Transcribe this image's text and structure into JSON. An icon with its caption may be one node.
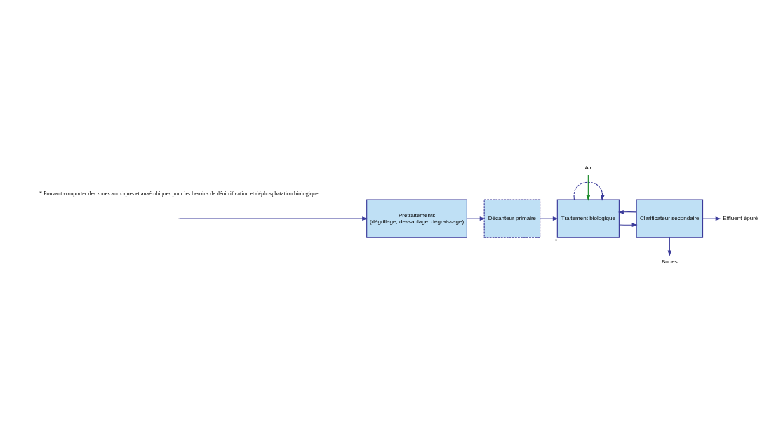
{
  "diagram": {
    "nodes": [
      {
        "text": [
          "Prétraitements",
          "(dégrillage, dessablage, dégraissage)"
        ]
      },
      {
        "text": [
          "Décanteur primaire"
        ]
      },
      {
        "text": [
          "Traitement biologique"
        ],
        "beside": [
          "*"
        ]
      },
      {
        "text": [
          "Clarificateur secondaire"
        ]
      },
      {
        "text": [
          "Effluent épuré"
        ]
      },
      {
        "text": [
          "Air"
        ]
      },
      {
        "text": [
          "Boues"
        ]
      }
    ],
    "edges": [
      {
        "from": null,
        "to": 0,
        "arrow": "to"
      },
      {
        "from": 0,
        "to": 1,
        "arrow": "to"
      },
      {
        "from": 1,
        "to": 2,
        "arrow": "to"
      },
      {
        "from": 2,
        "to": 3,
        "arrow": "to"
      },
      {
        "from": 3,
        "to": 4,
        "arrow": "to"
      },
      {
        "from": 2,
        "to": 2,
        "arrow": "to",
        "style": "dashed"
      },
      {
        "from": 5,
        "to": 2,
        "arrow": "to",
        "color": "#1a8a2a"
      },
      {
        "from": 3,
        "to": 2,
        "arrow": "to"
      },
      {
        "from": 3,
        "to": 6,
        "arrow": "to"
      }
    ],
    "labels": [
      "* Pouvant comporter des zones anoxiques et anaérobiques pour les besoins de dénitrification et déphosphatation biologique"
    ]
  }
}
